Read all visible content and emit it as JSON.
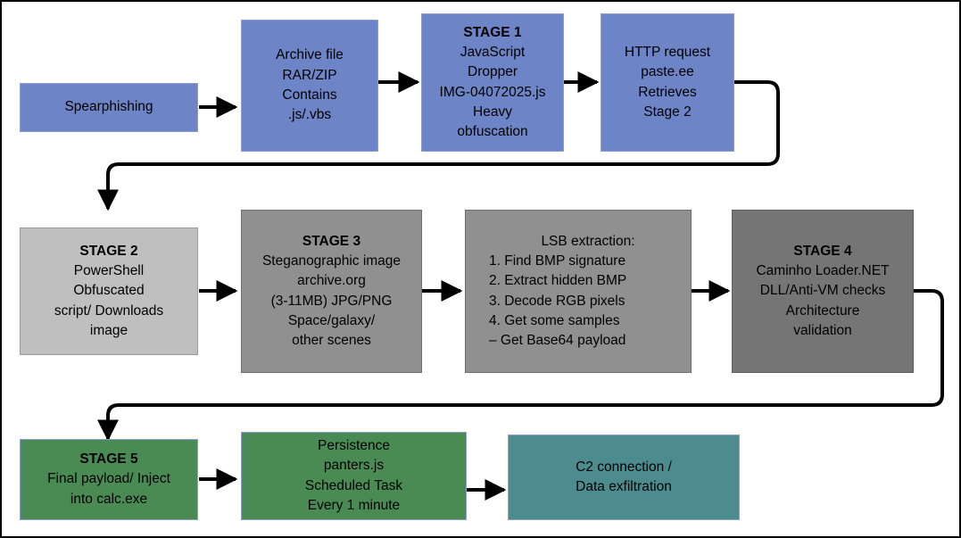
{
  "diagram": {
    "title": "Malware infection chain flowchart",
    "colors": {
      "blue": "#6d84c6",
      "light_gray": "#bfbfbf",
      "medium_gray": "#909090",
      "dark_gray": "#757575",
      "green": "#4a8b54",
      "teal": "#4d8c8e",
      "arrow": "#000000",
      "border_frame": "#000000"
    },
    "nodes": [
      {
        "id": "spearphishing",
        "lines": [
          {
            "text": "Spearphishing",
            "bold": false
          }
        ]
      },
      {
        "id": "archive-file",
        "lines": [
          {
            "text": "Archive file",
            "bold": false
          },
          {
            "text": "RAR/ZIP",
            "bold": false
          },
          {
            "text": "Contains",
            "bold": false
          },
          {
            "text": ".js/.vbs",
            "bold": false
          }
        ]
      },
      {
        "id": "stage-1",
        "lines": [
          {
            "text": "STAGE 1",
            "bold": true
          },
          {
            "text": "JavaScript",
            "bold": false
          },
          {
            "text": "Dropper",
            "bold": false
          },
          {
            "text": "IMG-04072025.js",
            "bold": false
          },
          {
            "text": "Heavy",
            "bold": false
          },
          {
            "text": "obfuscation",
            "bold": false
          }
        ]
      },
      {
        "id": "http-request",
        "lines": [
          {
            "text": "HTTP request",
            "bold": false
          },
          {
            "text": "paste.ee",
            "bold": false
          },
          {
            "text": "Retrieves",
            "bold": false
          },
          {
            "text": "Stage 2",
            "bold": false
          }
        ]
      },
      {
        "id": "stage-2",
        "lines": [
          {
            "text": "STAGE 2",
            "bold": true
          },
          {
            "text": "PowerShell",
            "bold": false
          },
          {
            "text": "Obfuscated",
            "bold": false
          },
          {
            "text": "script/ Downloads",
            "bold": false
          },
          {
            "text": "image",
            "bold": false
          }
        ]
      },
      {
        "id": "stage-3",
        "lines": [
          {
            "text": "STAGE 3",
            "bold": true
          },
          {
            "text": "Steganographic image",
            "bold": false
          },
          {
            "text": "archive.org",
            "bold": false
          },
          {
            "text": "(3-11MB) JPG/PNG",
            "bold": false
          },
          {
            "text": "Space/galaxy/",
            "bold": false
          },
          {
            "text": "other scenes",
            "bold": false
          }
        ]
      },
      {
        "id": "lsb-extraction",
        "lines": [
          {
            "text": "LSB extraction:",
            "bold": false
          },
          {
            "text": "1. Find BMP signature",
            "bold": false
          },
          {
            "text": "2. Extract hidden BMP",
            "bold": false
          },
          {
            "text": "3. Decode RGB pixels",
            "bold": false
          },
          {
            "text": "4. Get some samples",
            "bold": false
          },
          {
            "text": "– Get Base64 payload",
            "bold": false
          }
        ]
      },
      {
        "id": "stage-4",
        "lines": [
          {
            "text": "STAGE 4",
            "bold": true
          },
          {
            "text": "Caminho Loader.NET",
            "bold": false
          },
          {
            "text": "DLL/Anti-VM checks",
            "bold": false
          },
          {
            "text": "Architecture",
            "bold": false
          },
          {
            "text": "validation",
            "bold": false
          }
        ]
      },
      {
        "id": "stage-5",
        "lines": [
          {
            "text": "STAGE 5",
            "bold": true
          },
          {
            "text": "Final payload/ Inject",
            "bold": false
          },
          {
            "text": "into calc.exe",
            "bold": false
          }
        ]
      },
      {
        "id": "persistence",
        "lines": [
          {
            "text": "Persistence",
            "bold": false
          },
          {
            "text": "panters.js",
            "bold": false
          },
          {
            "text": "Scheduled Task",
            "bold": false
          },
          {
            "text": "Every 1 minute",
            "bold": false
          }
        ]
      },
      {
        "id": "c2-connection",
        "lines": [
          {
            "text": "C2 connection /",
            "bold": false
          },
          {
            "text": "Data exfiltration",
            "bold": false
          }
        ]
      }
    ]
  }
}
